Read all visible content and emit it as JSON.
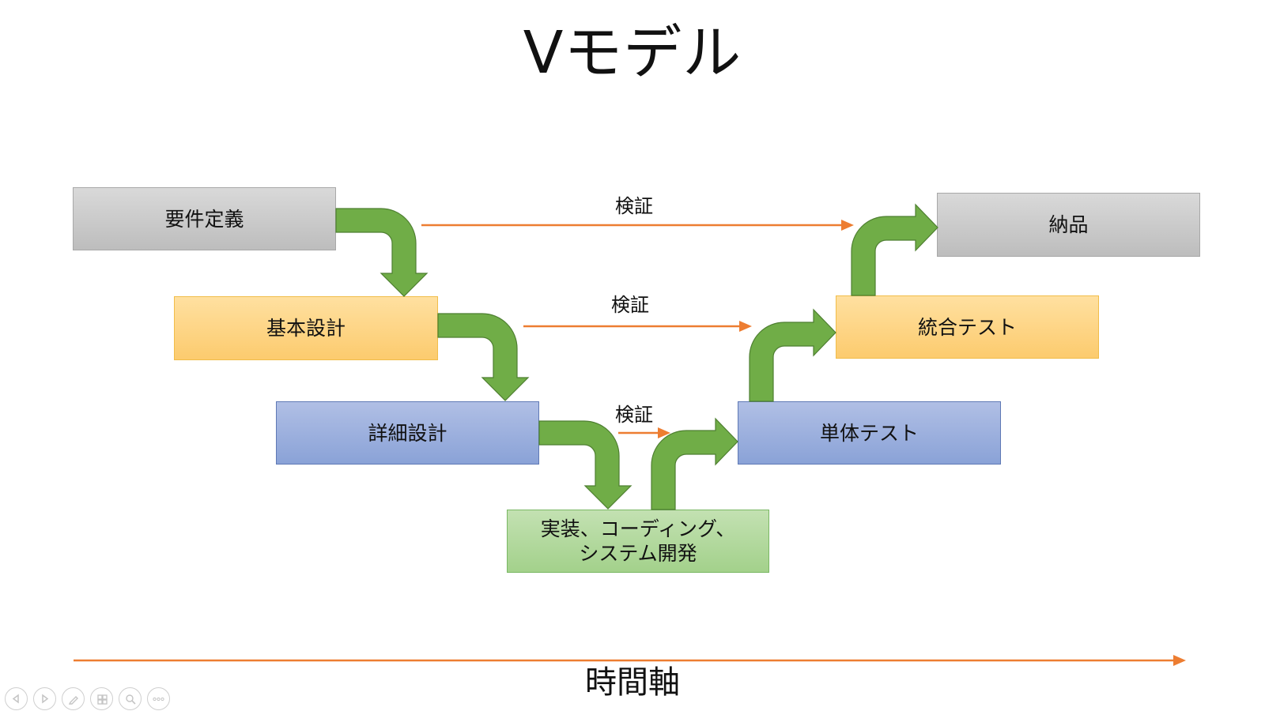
{
  "title": "Vモデル",
  "boxes": {
    "requirements": "要件定義",
    "basic_design": "基本設計",
    "detailed_design": "詳細設計",
    "implementation": "実装、コーディング、\nシステム開発",
    "unit_test": "単体テスト",
    "integration_test": "統合テスト",
    "delivery": "納品"
  },
  "verify_labels": [
    "検証",
    "検証",
    "検証"
  ],
  "time_axis_label": "時間軸",
  "colors": {
    "flow_arrow": "#70ad47",
    "verify_arrow": "#ed7d31",
    "gray_box": "#bfbfbf",
    "yellow_box": "#ffd27f",
    "blue_box": "#8faadc",
    "green_box": "#a9d18e"
  },
  "toolbar": [
    "previous-icon",
    "next-icon",
    "pen-icon",
    "slides-icon",
    "zoom-icon",
    "more-icon"
  ]
}
